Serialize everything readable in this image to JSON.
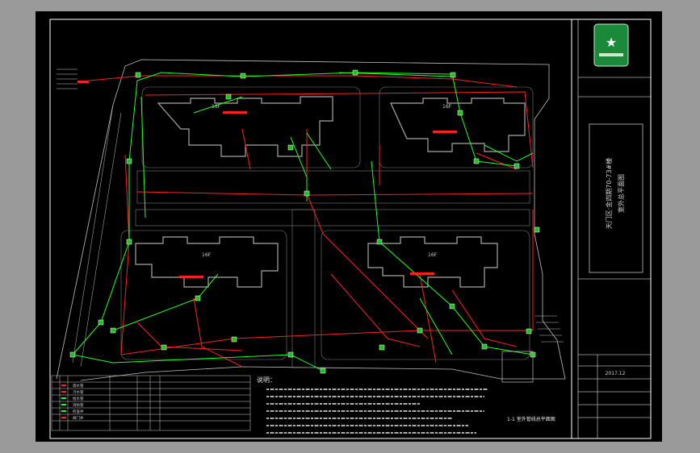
{
  "colors": {
    "viewport_bg": "#9a9a9a",
    "sheet_bg": "#000000",
    "frame": "#ffffff",
    "building_outline": "#a0a0a0",
    "pipe_red": "#ff2020",
    "pipe_green": "#20ff20",
    "logo_green": "#1a8a3a"
  },
  "title_block": {
    "logo_icon": "company-seal-logo",
    "project_title": "天门区·金四期70-73#楼",
    "drawing_title": "室外总平面图",
    "date": "2017.12"
  },
  "drawing": {
    "caption": "1-1 室外管线总平面图",
    "notes_heading": "说明：",
    "building_labels": [
      "16F",
      "16F",
      "16F",
      "16F"
    ]
  },
  "legend": {
    "rows": [
      "雨水管",
      "污水管",
      "给水管",
      "消防管",
      "检查井",
      "阀门井"
    ]
  }
}
